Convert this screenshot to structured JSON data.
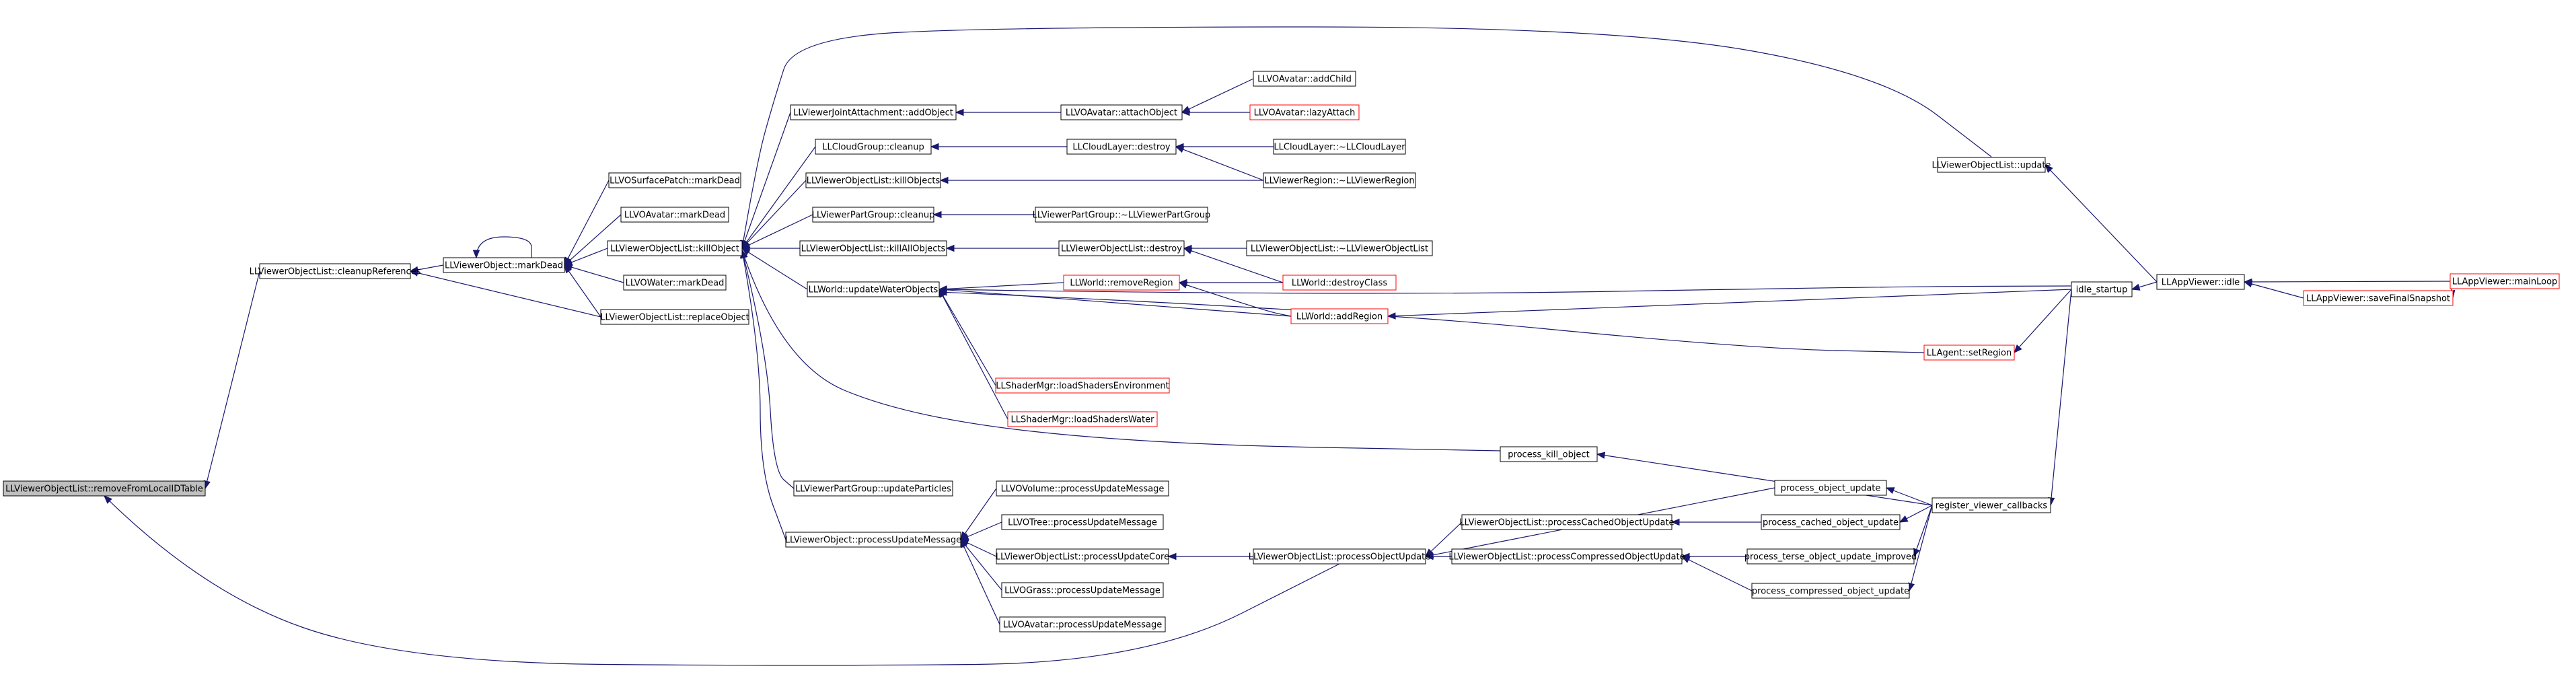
{
  "colors": {
    "edge": "#191970",
    "node_border": "#000000",
    "node_border_red": "#ff0000",
    "root_fill": "#bfbfbf",
    "background": "#ffffff"
  },
  "nodes": {
    "root": {
      "label": "LLViewerObjectList::removeFromLocalIDTable",
      "style": "root"
    },
    "cleanup": {
      "label": "LLViewerObjectList::cleanupReferences"
    },
    "markdead": {
      "label": "LLViewerObject::markDead"
    },
    "surf_md": {
      "label": "LLVOSurfacePatch::markDead"
    },
    "avatar_md": {
      "label": "LLVOAvatar::markDead"
    },
    "killobj": {
      "label": "LLViewerObjectList::killObject"
    },
    "water_md": {
      "label": "LLVOWater::markDead"
    },
    "replace": {
      "label": "LLViewerObjectList::replaceObject"
    },
    "joint_add": {
      "label": "LLViewerJointAttachment::addObject"
    },
    "cloudgroup_cleanup": {
      "label": "LLCloudGroup::cleanup"
    },
    "kill_objects": {
      "label": "LLViewerObjectList::killObjects"
    },
    "partgroup_cleanup": {
      "label": "LLViewerPartGroup::cleanup"
    },
    "kill_all": {
      "label": "LLViewerObjectList::killAllObjects"
    },
    "update_water": {
      "label": "LLWorld::updateWaterObjects"
    },
    "update_particles": {
      "label": "LLViewerPartGroup::updateParticles"
    },
    "process_update_msg": {
      "label": "LLViewerObject::processUpdateMessage"
    },
    "attach_obj": {
      "label": "LLVOAvatar::attachObject"
    },
    "add_child": {
      "label": "LLVOAvatar::addChild"
    },
    "lazy_attach": {
      "label": "LLVOAvatar::lazyAttach",
      "style": "red"
    },
    "cloudlayer_destroy": {
      "label": "LLCloudLayer::destroy"
    },
    "cloudlayer_dtor": {
      "label": "LLCloudLayer::~LLCloudLayer"
    },
    "region_dtor": {
      "label": "LLViewerRegion::~LLViewerRegion"
    },
    "partgroup_dtor": {
      "label": "LLViewerPartGroup::~LLViewerPartGroup"
    },
    "objlist_destroy": {
      "label": "LLViewerObjectList::destroy"
    },
    "objlist_dtor": {
      "label": "LLViewerObjectList::~LLViewerObjectList"
    },
    "destroy_class": {
      "label": "LLWorld::destroyClass",
      "style": "red"
    },
    "remove_region": {
      "label": "LLWorld::removeRegion",
      "style": "red"
    },
    "add_region": {
      "label": "LLWorld::addRegion",
      "style": "red"
    },
    "shader_env": {
      "label": "LLShaderMgr::loadShadersEnvironment",
      "style": "red"
    },
    "shader_water": {
      "label": "LLShaderMgr::loadShadersWater",
      "style": "red"
    },
    "vovolume": {
      "label": "LLVOVolume::processUpdateMessage"
    },
    "votree": {
      "label": "LLVOTree::processUpdateMessage"
    },
    "update_core": {
      "label": "LLViewerObjectList::processUpdateCore"
    },
    "vograss": {
      "label": "LLVOGrass::processUpdateMessage"
    },
    "voavatar_pum": {
      "label": "LLVOAvatar::processUpdateMessage"
    },
    "process_obj_update": {
      "label": "LLViewerObjectList::processObjectUpdate"
    },
    "cached_update": {
      "label": "LLViewerObjectList::processCachedObjectUpdate"
    },
    "compressed_update": {
      "label": "LLViewerObjectList::processCompressedObjectUpdate"
    },
    "objlist_update": {
      "label": "LLViewerObjectList::update"
    },
    "process_kill": {
      "label": "process_kill_object"
    },
    "p_object_update": {
      "label": "process_object_update"
    },
    "p_cached": {
      "label": "process_cached_object_update"
    },
    "p_terse": {
      "label": "process_terse_object_update_improved"
    },
    "p_compressed": {
      "label": "process_compressed_object_update"
    },
    "set_region": {
      "label": "LLAgent::setRegion",
      "style": "red"
    },
    "idle_startup": {
      "label": "idle_startup"
    },
    "register_cb": {
      "label": "register_viewer_callbacks"
    },
    "app_idle": {
      "label": "LLAppViewer::idle"
    },
    "save_snapshot": {
      "label": "LLAppViewer::saveFinalSnapshot",
      "style": "red"
    },
    "main_loop": {
      "label": "LLAppViewer::mainLoop",
      "style": "red"
    }
  },
  "edges": [
    [
      "root",
      "cleanup"
    ],
    [
      "root",
      "process_obj_update"
    ],
    [
      "cleanup",
      "markdead"
    ],
    [
      "cleanup",
      "replace"
    ],
    [
      "markdead",
      "markdead"
    ],
    [
      "markdead",
      "surf_md"
    ],
    [
      "markdead",
      "avatar_md"
    ],
    [
      "markdead",
      "killobj"
    ],
    [
      "markdead",
      "water_md"
    ],
    [
      "markdead",
      "replace"
    ],
    [
      "killobj",
      "objlist_update"
    ],
    [
      "killobj",
      "joint_add"
    ],
    [
      "killobj",
      "cloudgroup_cleanup"
    ],
    [
      "killobj",
      "kill_objects"
    ],
    [
      "killobj",
      "partgroup_cleanup"
    ],
    [
      "killobj",
      "kill_all"
    ],
    [
      "killobj",
      "update_water"
    ],
    [
      "killobj",
      "process_kill"
    ],
    [
      "killobj",
      "update_particles"
    ],
    [
      "killobj",
      "process_update_msg"
    ],
    [
      "joint_add",
      "attach_obj"
    ],
    [
      "attach_obj",
      "add_child"
    ],
    [
      "attach_obj",
      "lazy_attach"
    ],
    [
      "cloudgroup_cleanup",
      "cloudlayer_destroy"
    ],
    [
      "cloudlayer_destroy",
      "cloudlayer_dtor"
    ],
    [
      "cloudlayer_destroy",
      "region_dtor"
    ],
    [
      "kill_objects",
      "region_dtor"
    ],
    [
      "partgroup_cleanup",
      "partgroup_dtor"
    ],
    [
      "kill_all",
      "objlist_destroy"
    ],
    [
      "objlist_destroy",
      "objlist_dtor"
    ],
    [
      "objlist_destroy",
      "destroy_class"
    ],
    [
      "update_water",
      "remove_region"
    ],
    [
      "update_water",
      "add_region"
    ],
    [
      "update_water",
      "idle_startup"
    ],
    [
      "update_water",
      "set_region"
    ],
    [
      "update_water",
      "shader_env"
    ],
    [
      "update_water",
      "shader_water"
    ],
    [
      "remove_region",
      "destroy_class"
    ],
    [
      "remove_region",
      "add_region"
    ],
    [
      "add_region",
      "idle_startup"
    ],
    [
      "process_update_msg",
      "vovolume"
    ],
    [
      "process_update_msg",
      "votree"
    ],
    [
      "process_update_msg",
      "update_core"
    ],
    [
      "process_update_msg",
      "vograss"
    ],
    [
      "process_update_msg",
      "voavatar_pum"
    ],
    [
      "update_core",
      "process_obj_update"
    ],
    [
      "process_obj_update",
      "p_object_update"
    ],
    [
      "process_obj_update",
      "cached_update"
    ],
    [
      "process_obj_update",
      "compressed_update"
    ],
    [
      "cached_update",
      "p_cached"
    ],
    [
      "compressed_update",
      "p_terse"
    ],
    [
      "compressed_update",
      "p_compressed"
    ],
    [
      "process_kill",
      "register_cb"
    ],
    [
      "p_object_update",
      "register_cb"
    ],
    [
      "p_cached",
      "register_cb"
    ],
    [
      "p_terse",
      "register_cb"
    ],
    [
      "p_compressed",
      "register_cb"
    ],
    [
      "set_region",
      "idle_startup"
    ],
    [
      "objlist_update",
      "app_idle"
    ],
    [
      "idle_startup",
      "app_idle"
    ],
    [
      "register_cb",
      "idle_startup"
    ],
    [
      "app_idle",
      "save_snapshot"
    ],
    [
      "app_idle",
      "main_loop"
    ],
    [
      "save_snapshot",
      "main_loop"
    ]
  ]
}
